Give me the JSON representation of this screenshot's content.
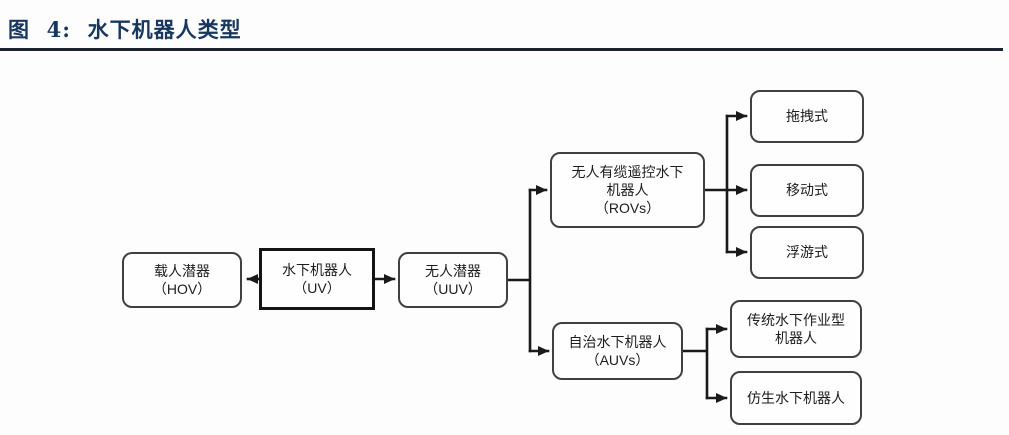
{
  "header": {
    "title": "图  4:  水下机器人类型"
  },
  "diagram": {
    "nodes": {
      "hov": {
        "lines": [
          "载人潜器",
          "（HOV）"
        ]
      },
      "uv": {
        "lines": [
          "水下机器人",
          "（UV）"
        ]
      },
      "uuv": {
        "lines": [
          "无人潜器",
          "（UUV）"
        ]
      },
      "rov": {
        "lines": [
          "无人有缆遥控水下",
          "机器人",
          "（ROVs）"
        ]
      },
      "auv": {
        "lines": [
          "自治水下机器人",
          "（AUVs）"
        ]
      },
      "towed": {
        "lines": [
          "拖拽式"
        ]
      },
      "mobile": {
        "lines": [
          "移动式"
        ]
      },
      "floating": {
        "lines": [
          "浮游式"
        ]
      },
      "traditional": {
        "lines": [
          "传统水下作业型",
          "机器人"
        ]
      },
      "bionic": {
        "lines": [
          "仿生水下机器人"
        ]
      }
    },
    "hierarchy": {
      "root": "水下机器人（UV）",
      "children": [
        {
          "label": "载人潜器（HOV）"
        },
        {
          "label": "无人潜器（UUV）",
          "children": [
            {
              "label": "无人有缆遥控水下机器人（ROVs）",
              "children": [
                {
                  "label": "拖拽式"
                },
                {
                  "label": "移动式"
                },
                {
                  "label": "浮游式"
                }
              ]
            },
            {
              "label": "自治水下机器人（AUVs）",
              "children": [
                {
                  "label": "传统水下作业型机器人"
                },
                {
                  "label": "仿生水下机器人"
                }
              ]
            }
          ]
        }
      ]
    }
  },
  "colors": {
    "background": "#fdfdfd",
    "title_text": "#17375e",
    "title_rule": "#1b2430",
    "box_border": "#404040",
    "root_box_border": "#141414",
    "connector": "#1a1a1a",
    "node_text": "#1d1d1d"
  }
}
